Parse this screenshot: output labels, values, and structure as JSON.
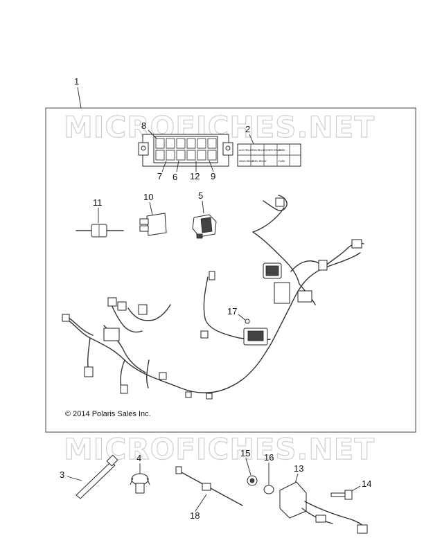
{
  "watermark": "MICROFICHES.NET",
  "copyright": "© 2014 Polaris Sales Inc.",
  "callouts": [
    "1",
    "2",
    "3",
    "4",
    "5",
    "6",
    "7",
    "8",
    "9",
    "10",
    "11",
    "12",
    "13",
    "14",
    "15",
    "16",
    "17",
    "18"
  ],
  "relay_label": {
    "cells": [
      "ACC RELAY",
      "FAN RELAY",
      "START RELAY",
      "HEAD RELAY",
      "FUEL RELAY",
      "FUSE",
      "FUSE"
    ]
  }
}
